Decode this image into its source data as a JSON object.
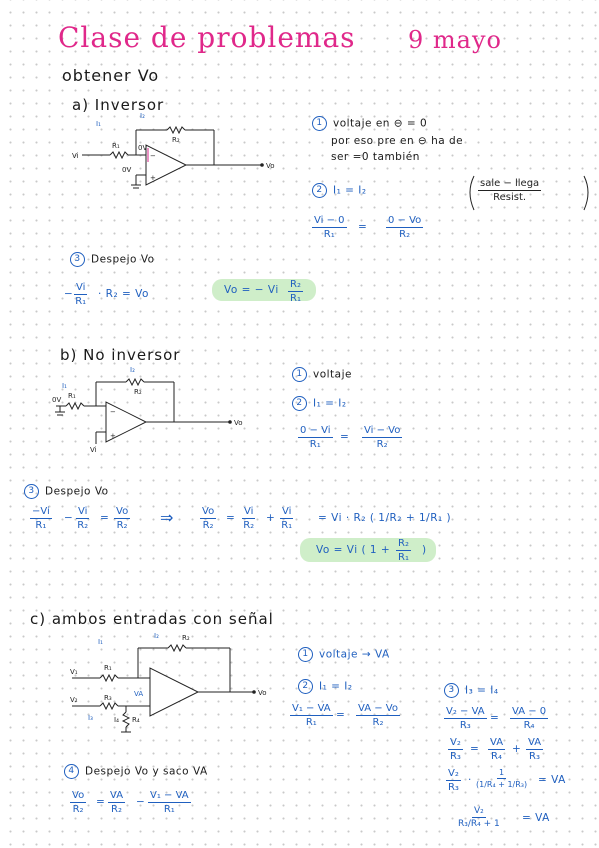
{
  "title": {
    "main": "Clase de problemas",
    "date": "9 mayo"
  },
  "subtitle": "obtener Vo",
  "part_a": {
    "heading": "a) Inversor",
    "circuit_labels": {
      "i1": "I₁",
      "i2": "I₂",
      "r1": "R₁",
      "r2": "R₂",
      "vi": "Vi",
      "vo": "Vo",
      "zero_v": "0V",
      "v_minus": "0V",
      "minus": "−",
      "plus": "+"
    },
    "step1": {
      "n": "1",
      "line1": "voltaje en ⊖ = 0",
      "line2": "por eso pre en ⊖ ha de",
      "line3": "ser =0 también"
    },
    "step2": {
      "n": "2",
      "eq": "I₁ = I₂",
      "note_num": "sale − llega",
      "note_den": "Resist.",
      "f1_num": "Vi − 0",
      "f1_den": "R₁",
      "eq_sign": "=",
      "f2_num": "0 − Vo",
      "f2_den": "R₂"
    },
    "step3": {
      "n": "3",
      "text": "Despejo Vo",
      "f_num": "Vi",
      "f_den": "R₁",
      "rest": "· R₂ = Vo",
      "lead": "−",
      "result": "Vo = − Vi",
      "result_num": "R₂",
      "result_den": "R₁"
    }
  },
  "part_b": {
    "heading": "b) No inversor",
    "circuit_labels": {
      "i1": "I₁",
      "i2": "I₂",
      "r1": "R₁",
      "r2": "R₂",
      "zero_v": "0V",
      "vi": "Vi",
      "vo": "Vo",
      "minus": "−",
      "plus": "+"
    },
    "step1": {
      "n": "1",
      "text": "voltaje"
    },
    "step2": {
      "n": "2",
      "eq": "I₁ = I₂",
      "f1_num": "0 − Vi",
      "f1_den": "R₁",
      "f2_num": "Vi − Vo",
      "f2_den": "R₂"
    },
    "step3": {
      "n": "3",
      "text": "Despejo Vo",
      "a_num": "−Vi",
      "a_den": "R₁",
      "b_num": "Vi",
      "b_den": "R₂",
      "c_num": "Vo",
      "c_den": "R₂",
      "arrow": "⇒",
      "d_num": "Vo",
      "d_den": "R₂",
      "e_num": "Vi",
      "e_den": "R₂",
      "g_num": "Vi",
      "g_den": "R₁",
      "tail": "= Vi · R₂ ( 1/R₂ + 1/R₁ )",
      "result": "Vo = Vi ( 1 +",
      "result_num": "R₂",
      "result_den": "R₁",
      "result_close": ")"
    }
  },
  "part_c": {
    "heading": "c) ambos entradas con señal",
    "circuit_labels": {
      "i1": "I₁",
      "i2": "I₂",
      "r1": "R₁",
      "r2": "R₂",
      "r3": "R₃",
      "r4": "R₄",
      "i3": "I₃",
      "i4": "I₄",
      "v1": "V₁",
      "v2": "V₂",
      "va": "VA",
      "vo": "Vo"
    },
    "step1": {
      "n": "1",
      "text": "voltaje → VA"
    },
    "step2": {
      "n": "2",
      "eq": "I₁ = I₂",
      "f1_num": "V₁ − VA",
      "f1_den": "R₁",
      "f2_num": "VA − Vo",
      "f2_den": "R₂"
    },
    "step3": {
      "n": "3",
      "eq": "I₃ = I₄",
      "f1_num": "V₂ − VA",
      "f1_den": "R₃",
      "f2_num": "VA − 0",
      "f2_den": "R₄",
      "g1_num": "V₂",
      "g1_den": "R₃",
      "g2_num": "VA",
      "g2_den": "R₄",
      "g3_num": "VA",
      "g3_den": "R₃",
      "h1_num": "V₂",
      "h1_den": "R₃",
      "h_mid": "·",
      "h2_num": "1",
      "h2_den": "(1/R₄ + 1/R₃)",
      "h_tail": "= VA",
      "k_num": "V₂",
      "k_den": "R₃/R₄ + 1",
      "k_tail": "= VA"
    },
    "step4": {
      "n": "4",
      "text": "Despejo Vo y saco VA",
      "f1_num": "Vo",
      "f1_den": "R₂",
      "f2_num": "VA",
      "f2_den": "R₂",
      "f3_num": "V₁ − VA",
      "f3_den": "R₁"
    }
  }
}
